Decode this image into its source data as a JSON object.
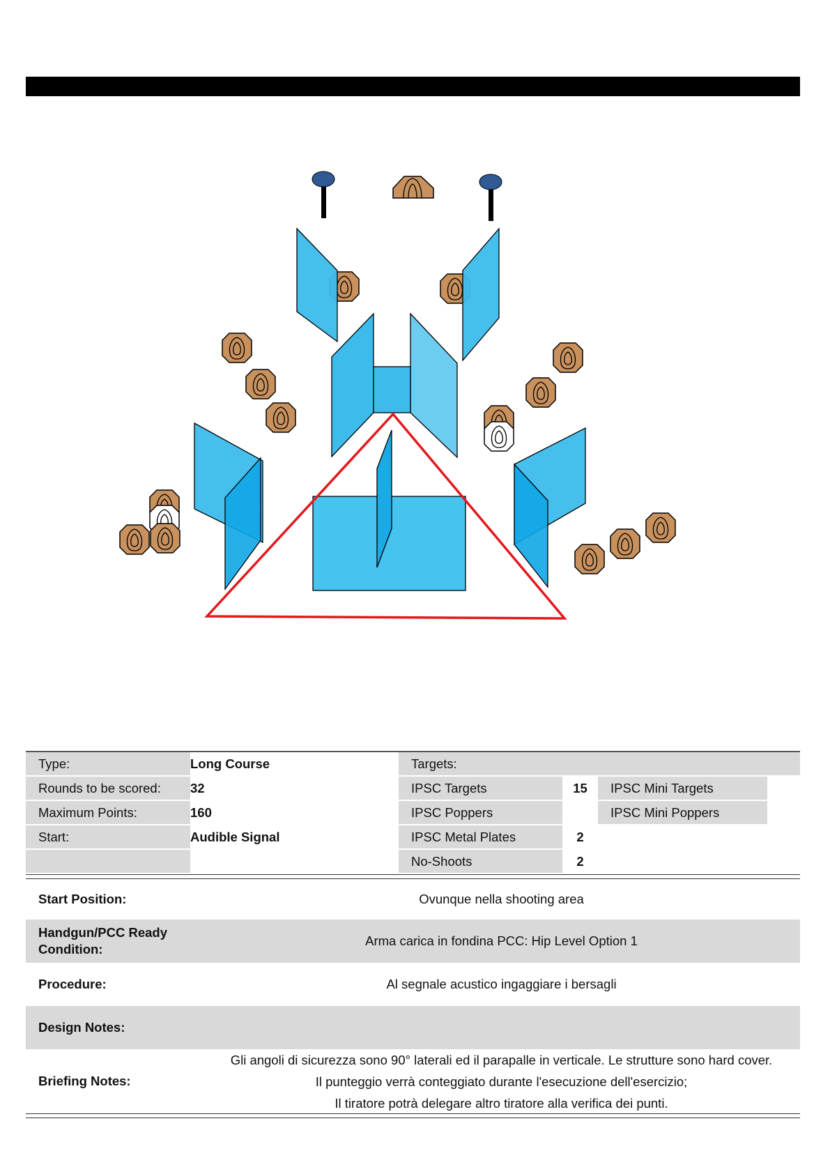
{
  "summary": {
    "type_label": "Type:",
    "type_value": "Long Course",
    "rounds_label": "Rounds to be scored:",
    "rounds_value": "32",
    "max_points_label": "Maximum Points:",
    "max_points_value": "160",
    "start_label": "Start:",
    "start_value": "Audible Signal",
    "targets_label": "Targets:",
    "ipsc_targets_label": "IPSC Targets",
    "ipsc_targets_value": "15",
    "ipsc_poppers_label": "IPSC Poppers",
    "ipsc_poppers_value": "",
    "ipsc_metal_plates_label": "IPSC Metal Plates",
    "ipsc_metal_plates_value": "2",
    "no_shoots_label": "No-Shoots",
    "no_shoots_value": "2",
    "ipsc_mini_targets_label": "IPSC Mini Targets",
    "ipsc_mini_poppers_label": "IPSC Mini Poppers"
  },
  "details": {
    "start_position_label": "Start Position:",
    "start_position_value": "Ovunque nella shooting area",
    "ready_condition_label": "Handgun/PCC Ready Condition:",
    "ready_condition_value": "Arma carica in fondina PCC: Hip Level Option 1",
    "procedure_label": "Procedure:",
    "procedure_value": "Al segnale acustico ingaggiare i bersagli",
    "design_notes_label": "Design Notes:",
    "design_notes_value": "",
    "briefing_notes_label": "Briefing Notes:",
    "briefing_lines": [
      "Gli angoli di sicurezza sono 90° laterali ed il parapalle in verticale. Le strutture sono hard cover.",
      "Il punteggio verrà conteggiato durante l'esecuzione dell'esercizio;",
      "Il tiratore potrà delegare altro tiratore alla verifica dei punti."
    ]
  },
  "colors": {
    "wall": "#3dbcec",
    "wall_light": "#6ccdf0",
    "target": "#c8915e",
    "no_shoot": "#ffffff",
    "plate": "#2f5a94",
    "fault_line": "#e3191d",
    "header_bar": "#000000",
    "row_gray": "#d9d9d9"
  }
}
